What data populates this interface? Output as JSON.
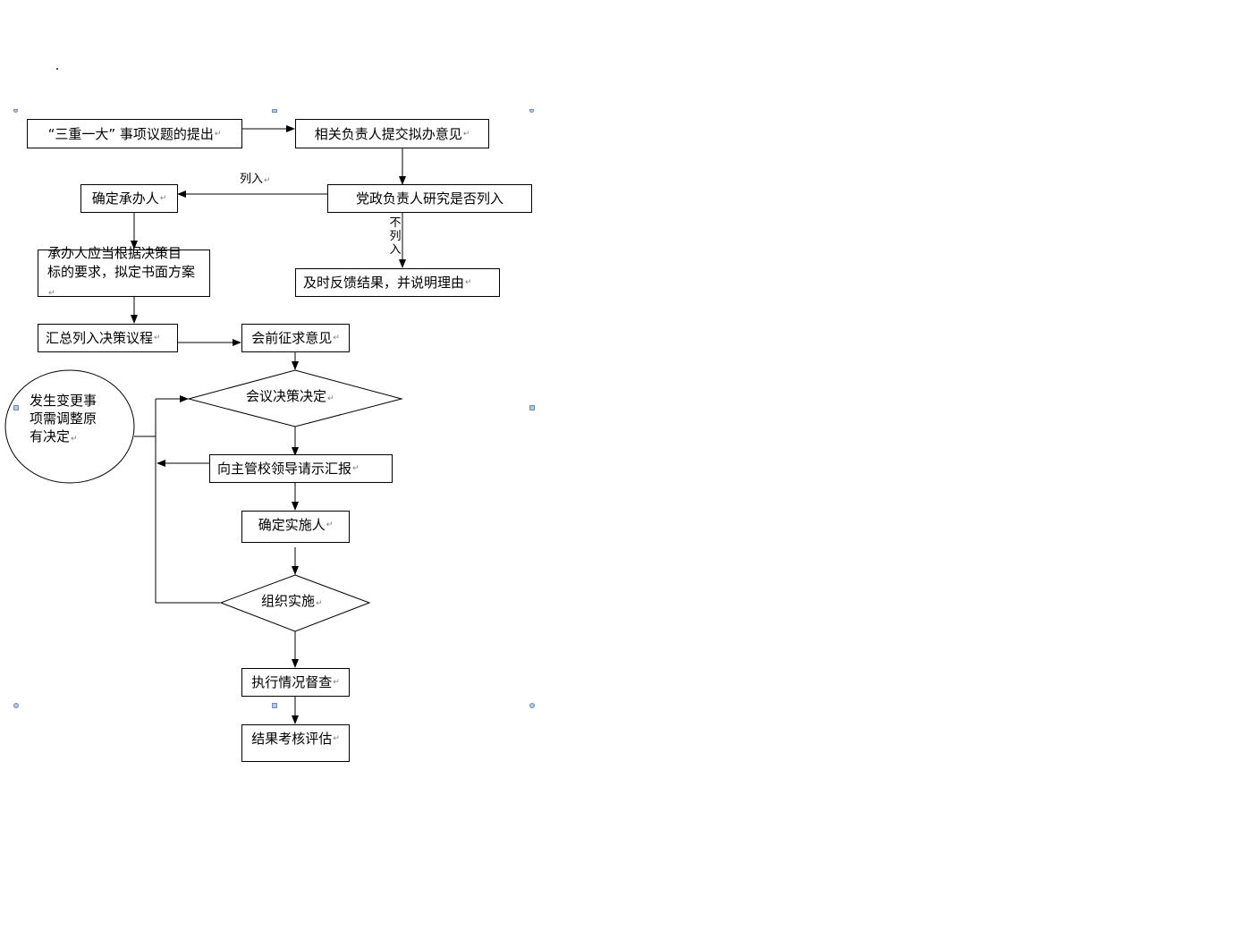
{
  "nodes": {
    "proposal": "“三重一大” 事项议题的提出",
    "submit_opinion": "相关负责人提交拟办意见",
    "party_review": "党政负责人研究是否列入",
    "assign_handler": "确定承办人",
    "draft_plan": "承办人应当根据决策目标的要求，拟定书面方案",
    "draft_plan_line1": "承办人应当根据决策目",
    "draft_plan_line2": "标的要求，拟定书面方案",
    "feedback": "及时反馈结果，并说明理由",
    "agenda": "汇总列入决策议程",
    "pre_meeting": "会前征求意见",
    "meeting_decision": "会议决策决定",
    "change_circle_line1": "发生变更事",
    "change_circle_line2": "项需调整原",
    "change_circle_line3": "有决定",
    "report_leader": "向主管校领导请示汇报",
    "assign_implementer": "确定实施人",
    "implement": "组织实施",
    "supervise": "执行情况督查",
    "evaluate": "结果考核评估"
  },
  "edge_labels": {
    "included": "列入",
    "not_included_1": "不",
    "not_included_2": "列",
    "not_included_3": "入"
  },
  "paragraph_mark": "↵"
}
